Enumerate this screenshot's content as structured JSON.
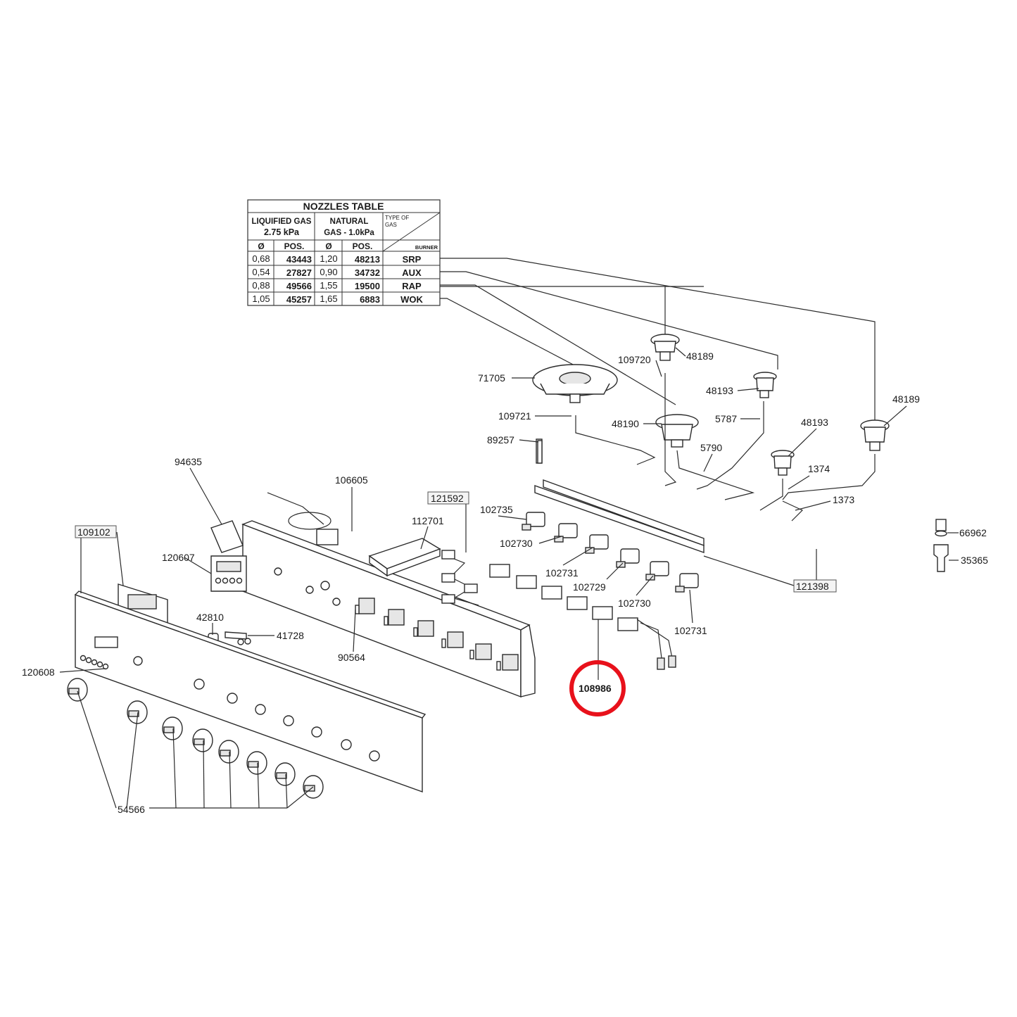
{
  "colors": {
    "line": "#2b2b2b",
    "highlight": "#e8111b",
    "background": "#ffffff"
  },
  "nozzles_table": {
    "title": "NOZZLES TABLE",
    "liquified_header": "LIQUIFIED GAS",
    "liquified_pressure": "2.75 kPa",
    "natural_header": "NATURAL",
    "natural_pressure": "GAS - 1.0kPa",
    "type_of_gas_1": "TYPE OF",
    "type_of_gas_2": "GAS",
    "burner_header": "BURNER",
    "col_diameter": "Ø",
    "col_pos": "POS.",
    "rows": [
      {
        "lpg_d": "0,68",
        "lpg_pos": "43443",
        "ng_d": "1,20",
        "ng_pos": "48213",
        "burner": "SRP"
      },
      {
        "lpg_d": "0,54",
        "lpg_pos": "27827",
        "ng_d": "0,90",
        "ng_pos": "34732",
        "burner": "AUX"
      },
      {
        "lpg_d": "0,88",
        "lpg_pos": "49566",
        "ng_d": "1,55",
        "ng_pos": "19500",
        "burner": "RAP"
      },
      {
        "lpg_d": "1,05",
        "lpg_pos": "45257",
        "ng_d": "1,65",
        "ng_pos": "6883",
        "burner": "WOK"
      }
    ]
  },
  "parts": {
    "p48189a": "48189",
    "p109720": "109720",
    "p71705": "71705",
    "p48193a": "48193",
    "p48189b": "48189",
    "p109721": "109721",
    "p48190": "48190",
    "p5787": "5787",
    "p48193b": "48193",
    "p89257": "89257",
    "p5790": "5790",
    "p94635": "94635",
    "p1374": "1374",
    "p106605": "106605",
    "p121592": "121592",
    "p1373": "1373",
    "p102735": "102735",
    "p112701": "112701",
    "p109102": "109102",
    "p66962": "66962",
    "p102730a": "102730",
    "p120607": "120607",
    "p35365": "35365",
    "p102731a": "102731",
    "p121398": "121398",
    "p102729": "102729",
    "p102730b": "102730",
    "p42810": "42810",
    "p102731b": "102731",
    "p41728": "41728",
    "p90564": "90564",
    "p120608": "120608",
    "p108986": "108986",
    "p54566": "54566"
  }
}
